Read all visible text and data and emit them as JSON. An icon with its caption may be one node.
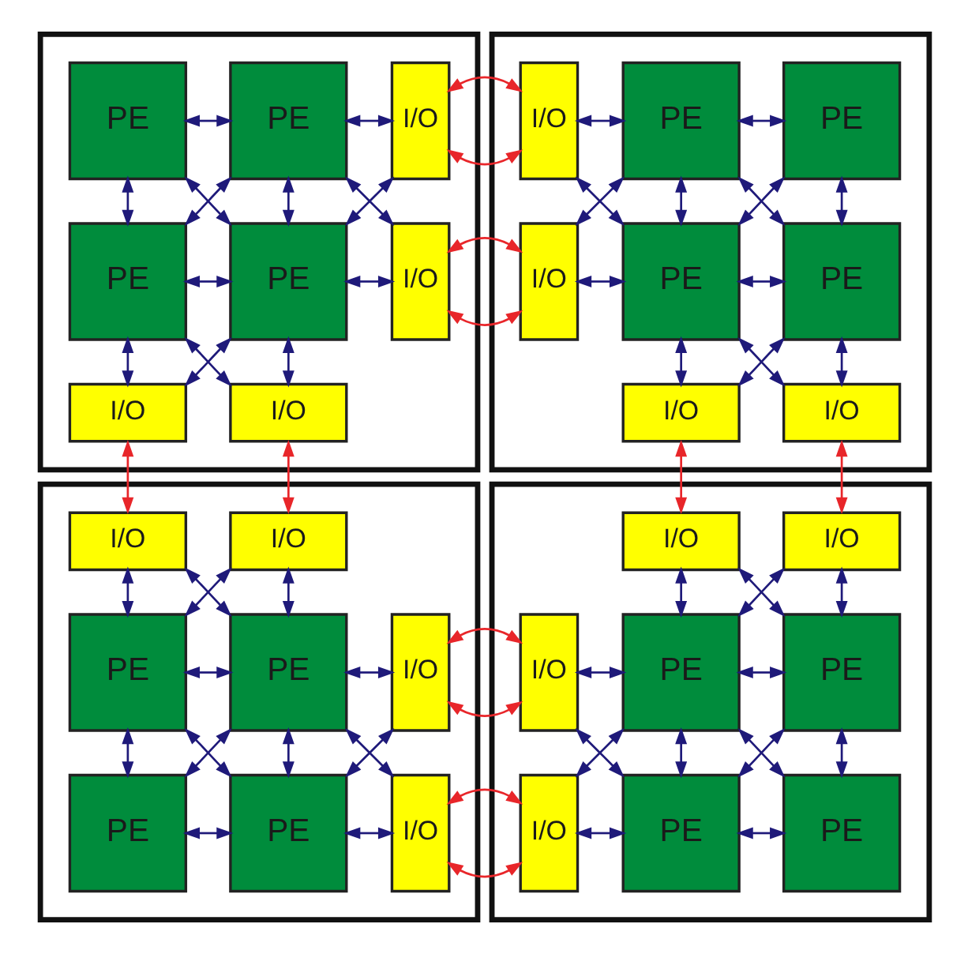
{
  "diagram": {
    "nodes": [
      {
        "text": [],
        "shape": "box"
      },
      {
        "text": [
          "PE"
        ],
        "in": 0
      },
      {
        "text": [
          "PE"
        ],
        "in": 0
      },
      {
        "text": [
          "I/O"
        ],
        "in": 0
      },
      {
        "text": [
          "PE"
        ],
        "in": 0
      },
      {
        "text": [
          "PE"
        ],
        "in": 0
      },
      {
        "text": [
          "I/O"
        ],
        "in": 0
      },
      {
        "text": [
          "I/O"
        ],
        "in": 0
      },
      {
        "text": [
          "I/O"
        ],
        "in": 0
      },
      {
        "text": [],
        "shape": "box"
      },
      {
        "text": [
          "I/O"
        ],
        "in": 9
      },
      {
        "text": [
          "PE"
        ],
        "in": 9
      },
      {
        "text": [
          "PE"
        ],
        "in": 9
      },
      {
        "text": [
          "I/O"
        ],
        "in": 9
      },
      {
        "text": [
          "PE"
        ],
        "in": 9
      },
      {
        "text": [
          "PE"
        ],
        "in": 9
      },
      {
        "text": [
          "I/O"
        ],
        "in": 9
      },
      {
        "text": [
          "I/O"
        ],
        "in": 9
      },
      {
        "text": [],
        "shape": "box"
      },
      {
        "text": [
          "I/O"
        ],
        "in": 18
      },
      {
        "text": [
          "I/O"
        ],
        "in": 18
      },
      {
        "text": [
          "PE"
        ],
        "in": 18
      },
      {
        "text": [
          "PE"
        ],
        "in": 18
      },
      {
        "text": [
          "I/O"
        ],
        "in": 18
      },
      {
        "text": [
          "PE"
        ],
        "in": 18
      },
      {
        "text": [
          "PE"
        ],
        "in": 18
      },
      {
        "text": [
          "I/O"
        ],
        "in": 18
      },
      {
        "text": [],
        "shape": "box"
      },
      {
        "text": [
          "I/O"
        ],
        "in": 27
      },
      {
        "text": [
          "I/O"
        ],
        "in": 27
      },
      {
        "text": [
          "I/O"
        ],
        "in": 27
      },
      {
        "text": [
          "PE"
        ],
        "in": 27
      },
      {
        "text": [
          "PE"
        ],
        "in": 27
      },
      {
        "text": [
          "I/O"
        ],
        "in": 27
      },
      {
        "text": [
          "PE"
        ],
        "in": 27
      },
      {
        "text": [
          "PE"
        ],
        "in": 27
      }
    ],
    "edges": [
      {
        "from": 1,
        "to": 2,
        "arrow": "both"
      },
      {
        "from": 2,
        "to": 3,
        "arrow": "both"
      },
      {
        "from": 1,
        "to": 4,
        "arrow": "both"
      },
      {
        "from": 2,
        "to": 5,
        "arrow": "both"
      },
      {
        "from": 1,
        "to": 5,
        "arrow": "both"
      },
      {
        "from": 2,
        "to": 4,
        "arrow": "both"
      },
      {
        "from": 2,
        "to": 6,
        "arrow": "both"
      },
      {
        "from": 3,
        "to": 5,
        "arrow": "both"
      },
      {
        "from": 4,
        "to": 5,
        "arrow": "both"
      },
      {
        "from": 5,
        "to": 6,
        "arrow": "both"
      },
      {
        "from": 4,
        "to": 7,
        "arrow": "both"
      },
      {
        "from": 5,
        "to": 8,
        "arrow": "both"
      },
      {
        "from": 4,
        "to": 8,
        "arrow": "both"
      },
      {
        "from": 5,
        "to": 7,
        "arrow": "both"
      },
      {
        "from": 10,
        "to": 11,
        "arrow": "both"
      },
      {
        "from": 11,
        "to": 12,
        "arrow": "both"
      },
      {
        "from": 10,
        "to": 14,
        "arrow": "both"
      },
      {
        "from": 11,
        "to": 13,
        "arrow": "both"
      },
      {
        "from": 11,
        "to": 14,
        "arrow": "both"
      },
      {
        "from": 11,
        "to": 15,
        "arrow": "both"
      },
      {
        "from": 12,
        "to": 14,
        "arrow": "both"
      },
      {
        "from": 12,
        "to": 15,
        "arrow": "both"
      },
      {
        "from": 13,
        "to": 14,
        "arrow": "both"
      },
      {
        "from": 14,
        "to": 15,
        "arrow": "both"
      },
      {
        "from": 14,
        "to": 16,
        "arrow": "both"
      },
      {
        "from": 14,
        "to": 17,
        "arrow": "both"
      },
      {
        "from": 15,
        "to": 16,
        "arrow": "both"
      },
      {
        "from": 15,
        "to": 17,
        "arrow": "both"
      },
      {
        "from": 19,
        "to": 21,
        "arrow": "both"
      },
      {
        "from": 19,
        "to": 22,
        "arrow": "both"
      },
      {
        "from": 20,
        "to": 21,
        "arrow": "both"
      },
      {
        "from": 20,
        "to": 22,
        "arrow": "both"
      },
      {
        "from": 21,
        "to": 22,
        "arrow": "both"
      },
      {
        "from": 22,
        "to": 23,
        "arrow": "both"
      },
      {
        "from": 21,
        "to": 24,
        "arrow": "both"
      },
      {
        "from": 21,
        "to": 25,
        "arrow": "both"
      },
      {
        "from": 22,
        "to": 24,
        "arrow": "both"
      },
      {
        "from": 22,
        "to": 25,
        "arrow": "both"
      },
      {
        "from": 22,
        "to": 26,
        "arrow": "both"
      },
      {
        "from": 23,
        "to": 25,
        "arrow": "both"
      },
      {
        "from": 24,
        "to": 25,
        "arrow": "both"
      },
      {
        "from": 25,
        "to": 26,
        "arrow": "both"
      },
      {
        "from": 28,
        "to": 31,
        "arrow": "both"
      },
      {
        "from": 28,
        "to": 32,
        "arrow": "both"
      },
      {
        "from": 29,
        "to": 31,
        "arrow": "both"
      },
      {
        "from": 29,
        "to": 32,
        "arrow": "both"
      },
      {
        "from": 30,
        "to": 31,
        "arrow": "both"
      },
      {
        "from": 31,
        "to": 32,
        "arrow": "both"
      },
      {
        "from": 30,
        "to": 34,
        "arrow": "both"
      },
      {
        "from": 31,
        "to": 33,
        "arrow": "both"
      },
      {
        "from": 31,
        "to": 34,
        "arrow": "both"
      },
      {
        "from": 31,
        "to": 35,
        "arrow": "both"
      },
      {
        "from": 32,
        "to": 34,
        "arrow": "both"
      },
      {
        "from": 32,
        "to": 35,
        "arrow": "both"
      },
      {
        "from": 33,
        "to": 34,
        "arrow": "both"
      },
      {
        "from": 34,
        "to": 35,
        "arrow": "both"
      },
      {
        "from": 3,
        "to": 10,
        "arrow": "both",
        "color": "#e8262a"
      },
      {
        "from": 6,
        "to": 13,
        "arrow": "both",
        "color": "#e8262a"
      },
      {
        "from": 7,
        "to": 19,
        "arrow": "both",
        "color": "#e8262a"
      },
      {
        "from": 8,
        "to": 20,
        "arrow": "both",
        "color": "#e8262a"
      },
      {
        "from": 16,
        "to": 28,
        "arrow": "both",
        "color": "#e8262a"
      },
      {
        "from": 17,
        "to": 29,
        "arrow": "both",
        "color": "#e8262a"
      },
      {
        "from": 23,
        "to": 30,
        "arrow": "both",
        "color": "#e8262a"
      },
      {
        "from": 26,
        "to": 33,
        "arrow": "both",
        "color": "#e8262a"
      }
    ]
  }
}
